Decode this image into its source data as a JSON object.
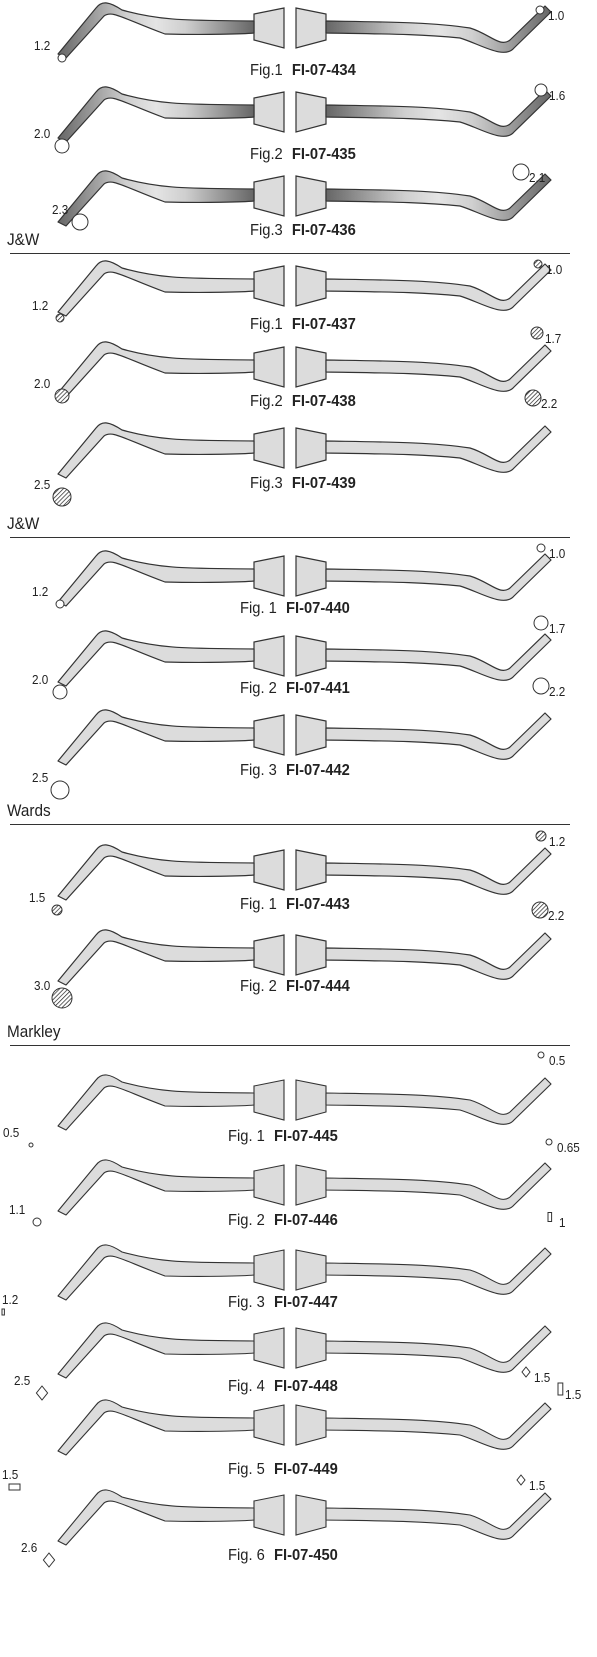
{
  "sections": [
    {
      "label": "",
      "figures": [
        {
          "fig": "Fig.1",
          "code": "FI-07-434",
          "left_size": "1.2",
          "right_size": "1.0"
        },
        {
          "fig": "Fig.2",
          "code": "FI-07-435",
          "left_size": "2.0",
          "right_size": "1.6"
        },
        {
          "fig": "Fig.3",
          "code": "FI-07-436",
          "left_size": "2.3",
          "right_size": "2.1"
        }
      ]
    },
    {
      "label": "J&W",
      "figures": [
        {
          "fig": "Fig.1",
          "code": "FI-07-437",
          "left_size": "1.2",
          "right_size": "1.0"
        },
        {
          "fig": "Fig.2",
          "code": "FI-07-438",
          "left_size": "2.0",
          "right_size": "1.7"
        },
        {
          "fig": "Fig.3",
          "code": "FI-07-439",
          "left_size": "2.5",
          "right_size": "2.2"
        }
      ]
    },
    {
      "label": "J&W",
      "figures": [
        {
          "fig": "Fig. 1",
          "code": "FI-07-440",
          "left_size": "1.2",
          "right_size": "1.0"
        },
        {
          "fig": "Fig. 2",
          "code": "FI-07-441",
          "left_size": "2.0",
          "right_size": "1.7"
        },
        {
          "fig": "Fig. 3",
          "code": "FI-07-442",
          "left_size": "2.5",
          "right_size": "2.2"
        }
      ]
    },
    {
      "label": "Wards",
      "figures": [
        {
          "fig": "Fig. 1",
          "code": "FI-07-443",
          "left_size": "1.5",
          "right_size": "1.2"
        },
        {
          "fig": "Fig. 2",
          "code": "FI-07-444",
          "left_size": "3.0",
          "right_size": "2.2"
        }
      ]
    },
    {
      "label": "Markley",
      "figures": [
        {
          "fig": "Fig. 1",
          "code": "FI-07-445",
          "left_size": "0.5",
          "right_size": "0.5"
        },
        {
          "fig": "Fig. 2",
          "code": "FI-07-446",
          "left_size": "1.1",
          "right_size": "0.65"
        },
        {
          "fig": "Fig. 3",
          "code": "FI-07-447",
          "left_size": "1.2",
          "right_size": "1"
        },
        {
          "fig": "Fig. 4",
          "code": "FI-07-448",
          "left_size": "2.5",
          "right_size": "1.5"
        },
        {
          "fig": "Fig. 5",
          "code": "FI-07-449",
          "left_size": "1.5",
          "right_size": "1.5"
        },
        {
          "fig": "Fig. 6",
          "code": "FI-07-450",
          "left_size": "2.6",
          "right_size": "1.5"
        }
      ]
    }
  ],
  "colors": {
    "line": "#333333",
    "handle": "#dcdcdc",
    "dark_tip": "#555555"
  }
}
